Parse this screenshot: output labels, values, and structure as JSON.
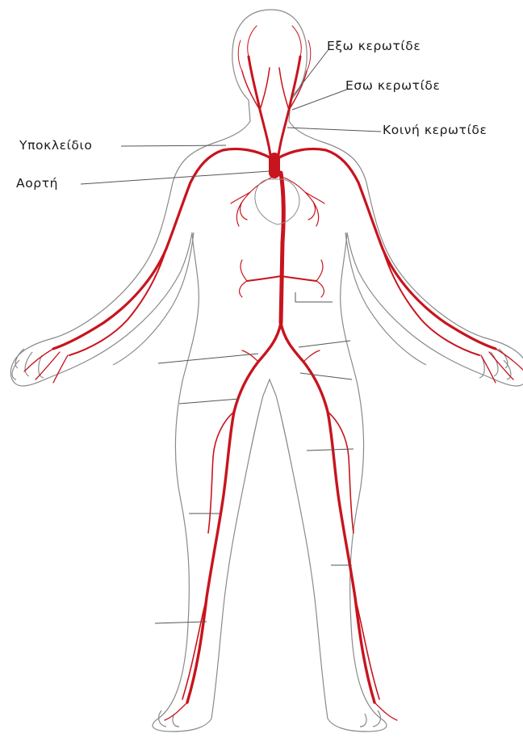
{
  "labels": {
    "external_carotid": "Εξω κερωτίδε",
    "internal_carotid": "Εσω κερωτίδε",
    "common_carotid": "Κοινή κερωτίδε",
    "subclavian": "Υποκλείδιο",
    "aorta": "Αορτή"
  },
  "colors": {
    "artery": "#c8141e",
    "outline": "#8a8a8a",
    "leader_line": "#555555",
    "label_text": "#1a1a1a",
    "background": "#ffffff"
  }
}
